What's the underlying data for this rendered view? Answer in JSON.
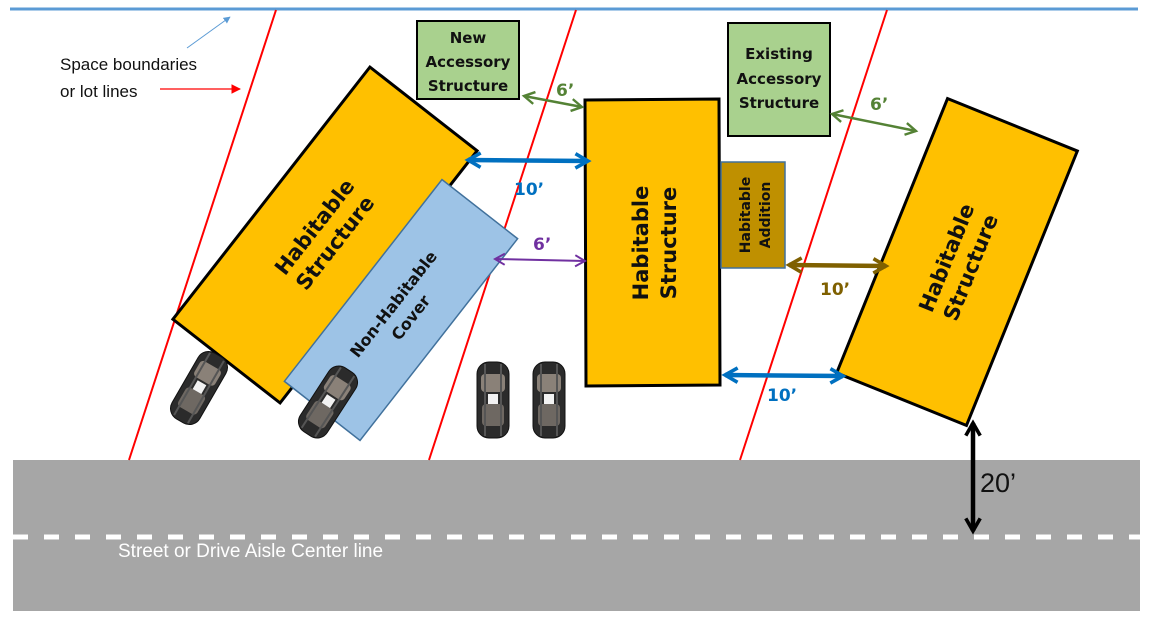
{
  "legend": {
    "lot_lines_label_line1": "Space boundaries",
    "lot_lines_label_line2": "or lot lines"
  },
  "street": {
    "label": "Street or Drive Aisle Center line"
  },
  "structures": {
    "left_habitable": {
      "line1": "Habitable",
      "line2": "Structure"
    },
    "non_habitable_cover": {
      "line1": "Non-Habitable",
      "line2": "Cover"
    },
    "center_habitable": {
      "line1": "Habitable",
      "line2": "Structure"
    },
    "habitable_addition": {
      "line1": "Habitable",
      "line2": "Addition"
    },
    "right_habitable": {
      "line1": "Habitable",
      "line2": "Structure"
    },
    "new_accessory": {
      "line1": "New",
      "line2": "Accessory",
      "line3": "Structure"
    },
    "existing_accessory": {
      "line1": "Existing",
      "line2": "Accessory",
      "line3": "Structure"
    }
  },
  "dimensions": {
    "new_accessory_to_center": "6’",
    "left_to_center": "10’",
    "cover_to_center": "6’",
    "existing_accessory_to_right": "6’",
    "addition_to_right": "10’",
    "center_to_right": "10’",
    "right_to_street_centerline": "20’"
  },
  "colors": {
    "habitable": "#FFC000",
    "accessory": "#A9D18E",
    "cover": "#9DC3E6",
    "addition": "#BF9000",
    "lot_line": "#FF0000",
    "street": "#A6A6A6",
    "dim_blue": "#0070C0",
    "dim_green": "#548235",
    "dim_purple": "#7030A0",
    "dim_brown": "#7F6000",
    "top_line": "#5B9BD5"
  }
}
